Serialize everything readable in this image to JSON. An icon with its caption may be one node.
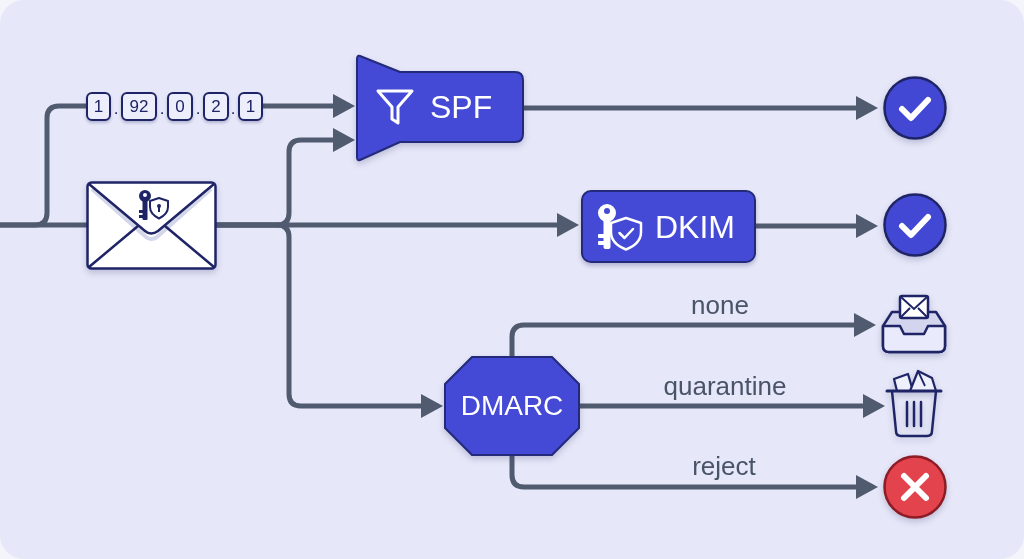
{
  "diagram": {
    "nodes": [
      {
        "text": [
          "1"
        ]
      },
      {
        "text": [
          "92"
        ]
      },
      {
        "text": [
          "0"
        ]
      },
      {
        "text": [
          "2"
        ]
      },
      {
        "text": [
          "1"
        ]
      },
      {
        "text": [],
        "shape": "picture"
      },
      {
        "text": [
          "SPF"
        ]
      },
      {
        "text": [
          "DKIM"
        ]
      },
      {
        "text": [
          "DMARC"
        ]
      },
      {
        "text": [],
        "shape": "circle"
      },
      {
        "text": [],
        "shape": "circle"
      },
      {
        "text": [],
        "shape": "picture"
      },
      {
        "text": [],
        "shape": "picture"
      },
      {
        "text": [],
        "shape": "circle"
      }
    ],
    "edges": [
      {
        "from": null,
        "to": 5,
        "arrow": "none"
      },
      {
        "from": null,
        "to": 0,
        "arrow": "none"
      },
      {
        "from": 4,
        "to": 6,
        "arrow": "to"
      },
      {
        "from": 5,
        "to": 6,
        "arrow": "to"
      },
      {
        "from": 5,
        "to": 7,
        "arrow": "to"
      },
      {
        "from": 5,
        "to": 8,
        "arrow": "to"
      },
      {
        "from": 6,
        "to": 9,
        "arrow": "to"
      },
      {
        "from": 7,
        "to": 10,
        "arrow": "to"
      },
      {
        "from": 8,
        "to": 11,
        "label": "none",
        "arrow": "to"
      },
      {
        "from": 8,
        "to": 12,
        "label": "quarantine",
        "arrow": "to"
      },
      {
        "from": 8,
        "to": 13,
        "label": "reject",
        "arrow": "to"
      }
    ],
    "labels": [
      ".",
      ".",
      ".",
      "."
    ]
  }
}
